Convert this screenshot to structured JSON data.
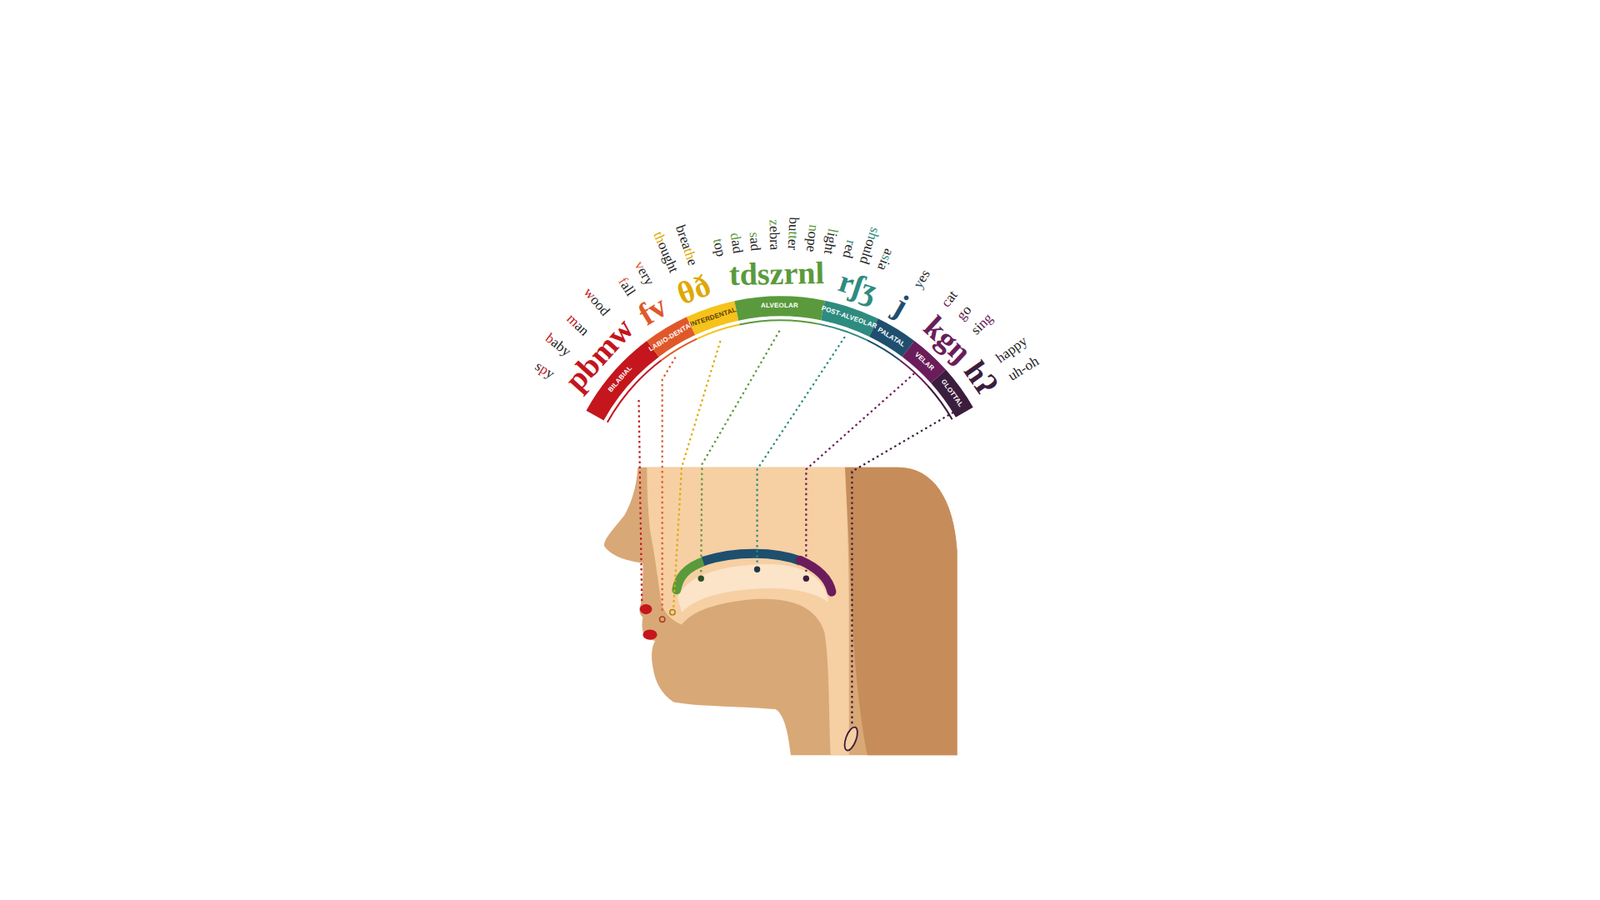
{
  "diagram": {
    "nodes": [
      {
        "text": [
          "BILABIAL"
        ]
      },
      {
        "text": [
          "LABIO-DENTAL"
        ]
      },
      {
        "text": [
          "INTERDENTAL"
        ]
      },
      {
        "text": [
          "ALVEOLAR"
        ]
      },
      {
        "text": [
          "POST-ALVEOLAR"
        ]
      },
      {
        "text": [
          "PALATAL"
        ]
      },
      {
        "text": [
          "VELAR"
        ]
      },
      {
        "text": [
          "GLOTTAL"
        ]
      }
    ],
    "labels": [
      "pbmw",
      "spy",
      "baby",
      "man",
      "wood",
      "fv",
      "fall",
      "very",
      "θð",
      "thought",
      "breathe",
      "tdszrnl",
      "top",
      "dad",
      "sad",
      "zebra",
      "butter",
      "nope",
      "light",
      "rʃʒ",
      "red",
      "should",
      "asia",
      "j",
      "yes",
      "kgŋ",
      "cat",
      "go",
      "sing",
      "hʔ",
      "happy",
      "uh-oh"
    ]
  }
}
